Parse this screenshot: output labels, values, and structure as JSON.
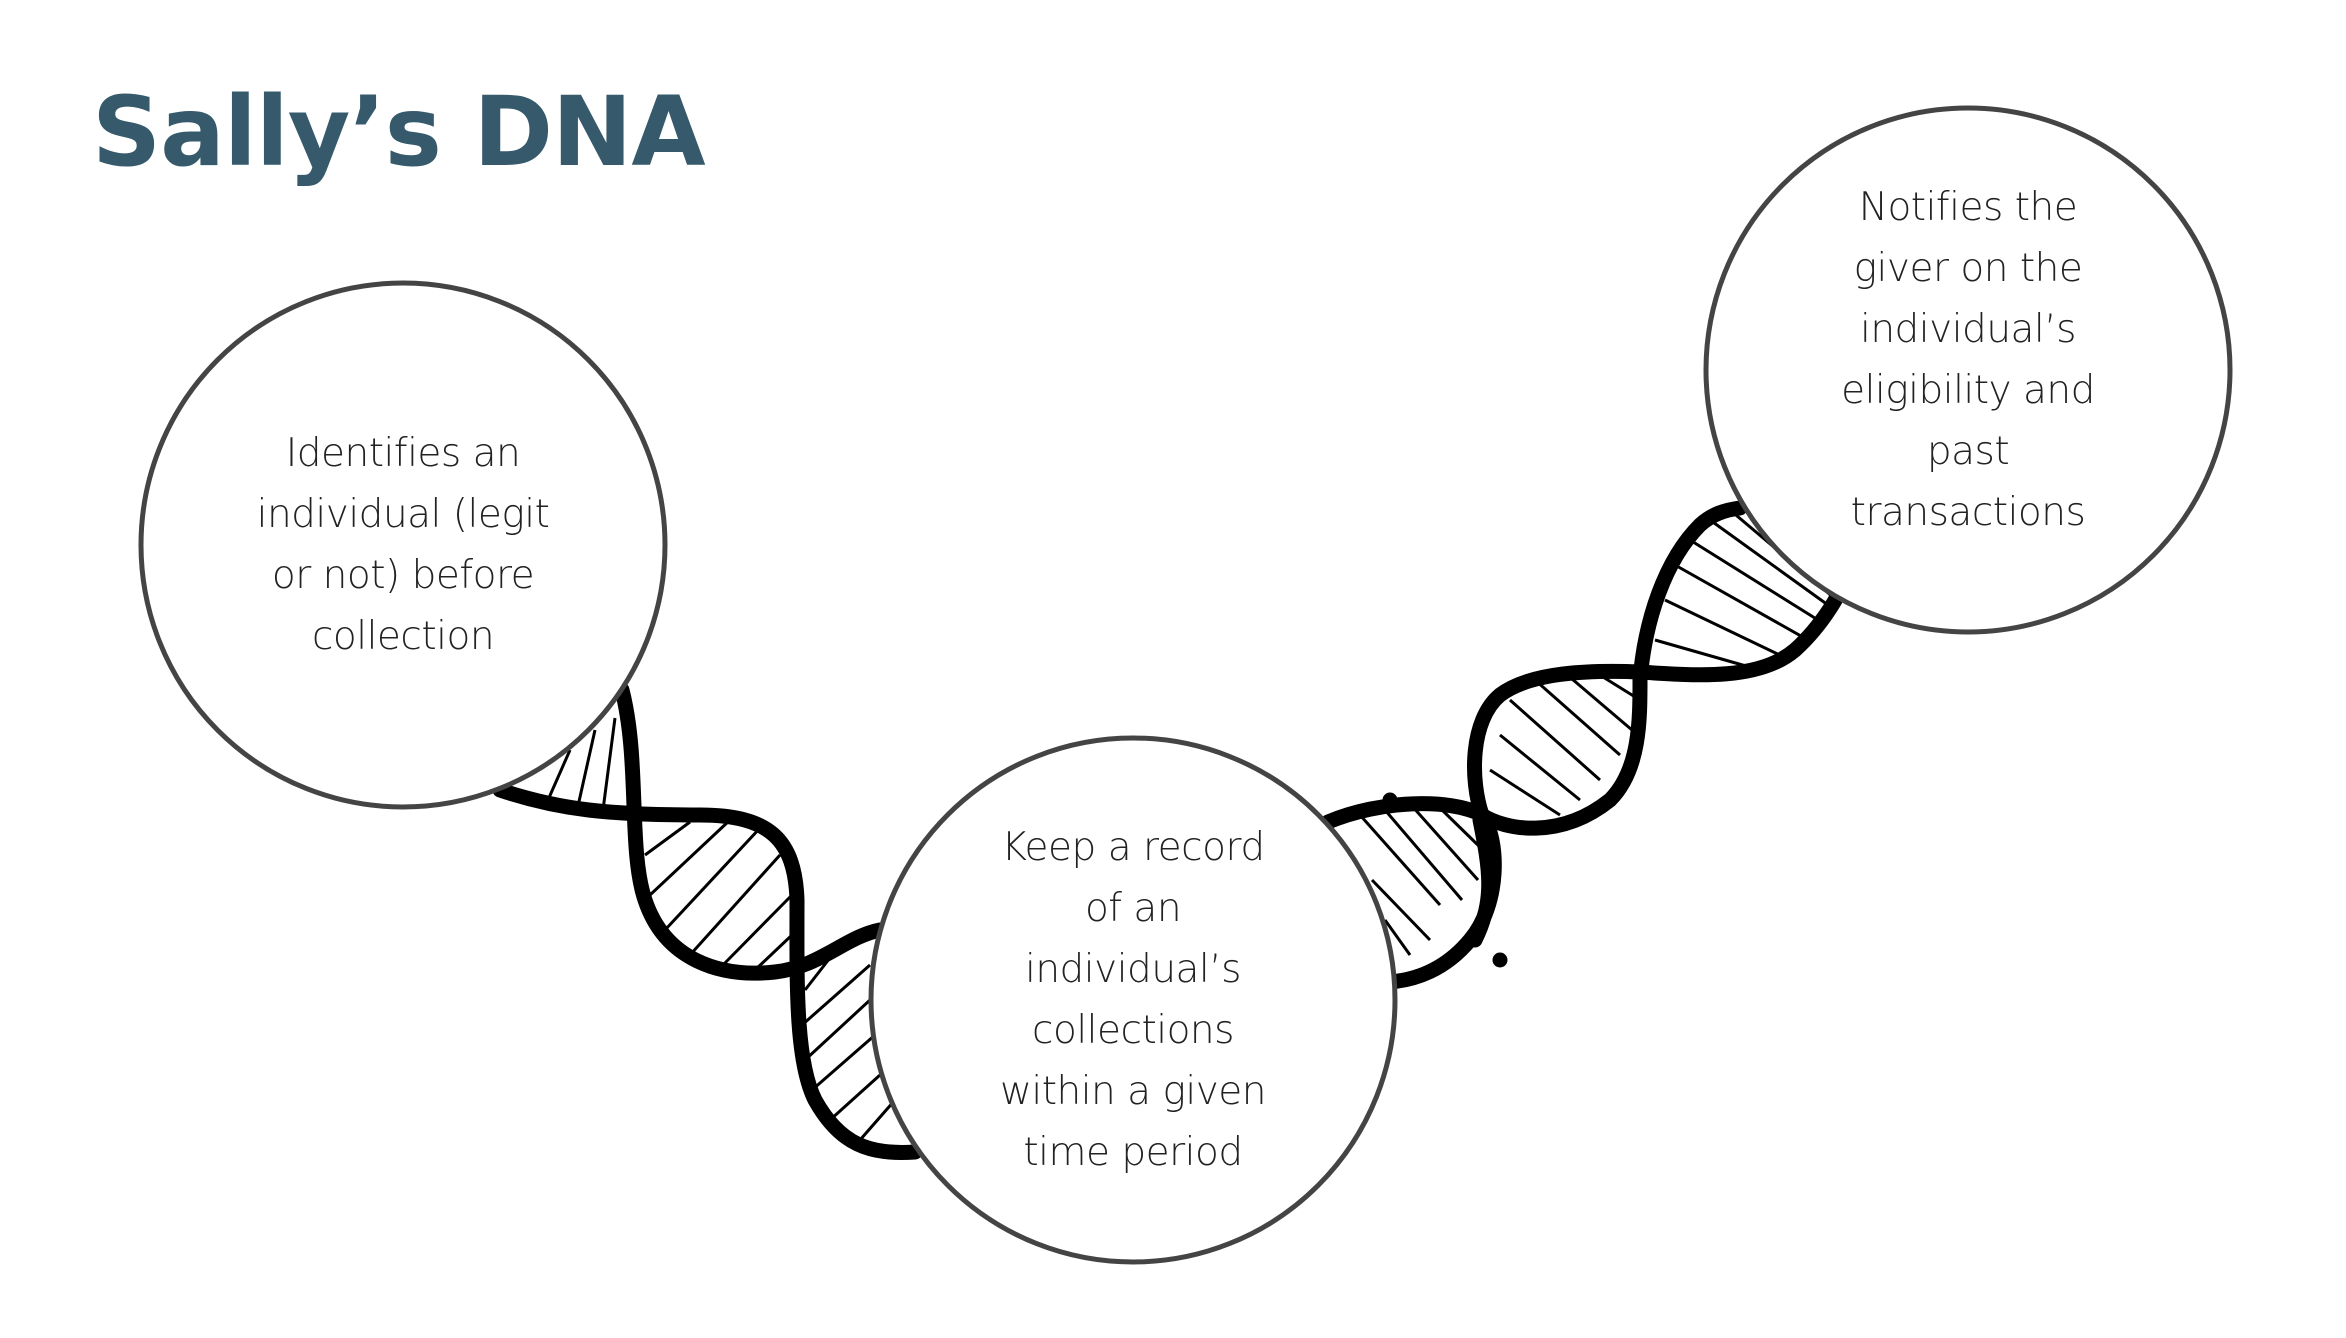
{
  "title": "Sally’s DNA",
  "colors": {
    "title": "#365a6b",
    "circle_stroke": "#444444",
    "helix": "#000000"
  },
  "nodes": [
    {
      "id": "identify",
      "lines": [
        "Identifies an",
        "individual (legit",
        "or not) before",
        "collection"
      ]
    },
    {
      "id": "record",
      "lines": [
        "Keep a record",
        "of an",
        "individual’s",
        "collections",
        "within a given",
        "time period"
      ]
    },
    {
      "id": "notify",
      "lines": [
        "Notifies the",
        "giver on the",
        "individual’s",
        "eligibility and",
        "past",
        "transactions"
      ]
    }
  ]
}
